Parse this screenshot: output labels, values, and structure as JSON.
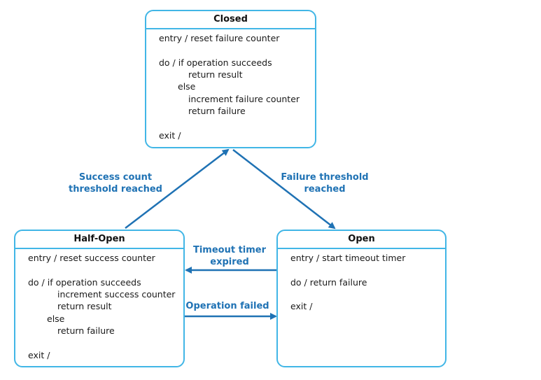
{
  "colors": {
    "state_border": "#41b6e6",
    "transition": "#1f72b4"
  },
  "states": {
    "closed": {
      "title": "Closed",
      "lines": [
        "entry / reset failure counter",
        "do / if operation succeeds",
        "return result",
        "else",
        "increment failure counter",
        "return failure",
        "exit /"
      ]
    },
    "half_open": {
      "title": "Half-Open",
      "lines": [
        "entry / reset success counter",
        "do / if operation succeeds",
        "increment success counter",
        "return result",
        "else",
        "return failure",
        "exit /"
      ]
    },
    "open": {
      "title": "Open",
      "lines": [
        "entry / start timeout timer",
        "do / return failure",
        "exit /"
      ]
    }
  },
  "transitions": {
    "success_threshold": [
      "Success count",
      "threshold reached"
    ],
    "failure_threshold": [
      "Failure threshold",
      "reached"
    ],
    "timeout_expired": [
      "Timeout timer",
      "expired"
    ],
    "operation_failed": "Operation failed"
  }
}
